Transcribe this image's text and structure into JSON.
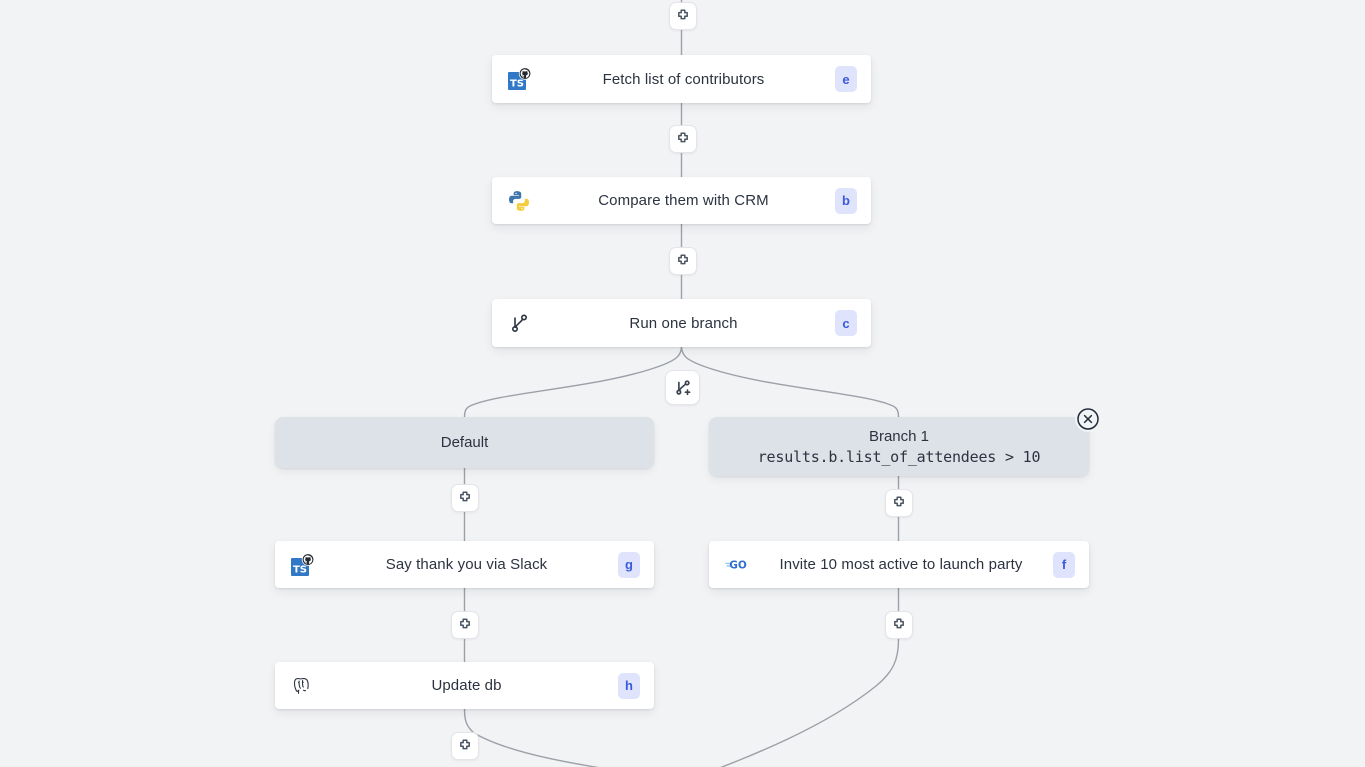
{
  "canvas": {
    "background": "#f2f3f5",
    "edge_color": "#9ca0a8"
  },
  "nodes": [
    {
      "id": "e",
      "title": "Fetch list of contributors",
      "key": "e",
      "icon": "typescript-github-icon"
    },
    {
      "id": "b",
      "title": "Compare them with CRM",
      "key": "b",
      "icon": "python-icon"
    },
    {
      "id": "c",
      "title": "Run one branch",
      "key": "c",
      "icon": "git-branch-icon"
    },
    {
      "id": "g",
      "title": "Say thank you via Slack",
      "key": "g",
      "icon": "typescript-github-icon"
    },
    {
      "id": "f",
      "title": "Invite 10 most active to launch party",
      "key": "f",
      "icon": "golang-icon"
    },
    {
      "id": "h",
      "title": "Update db",
      "key": "h",
      "icon": "postgresql-icon"
    }
  ],
  "branches": [
    {
      "id": "default",
      "name": "Default",
      "expression": ""
    },
    {
      "id": "branch-1",
      "name": "Branch 1",
      "expression": "results.b.list_of_attendees > 10"
    }
  ],
  "buttons": {
    "add_step_label": "+",
    "add_branch_label": "+",
    "close_label": "×"
  },
  "colors": {
    "node_background": "#ffffff",
    "branch_background": "#dde2e9",
    "key_badge_background": "#dfe3fb",
    "key_badge_text": "#3b5bdb",
    "text": "#2c3340",
    "edge": "#9ca0a8"
  }
}
